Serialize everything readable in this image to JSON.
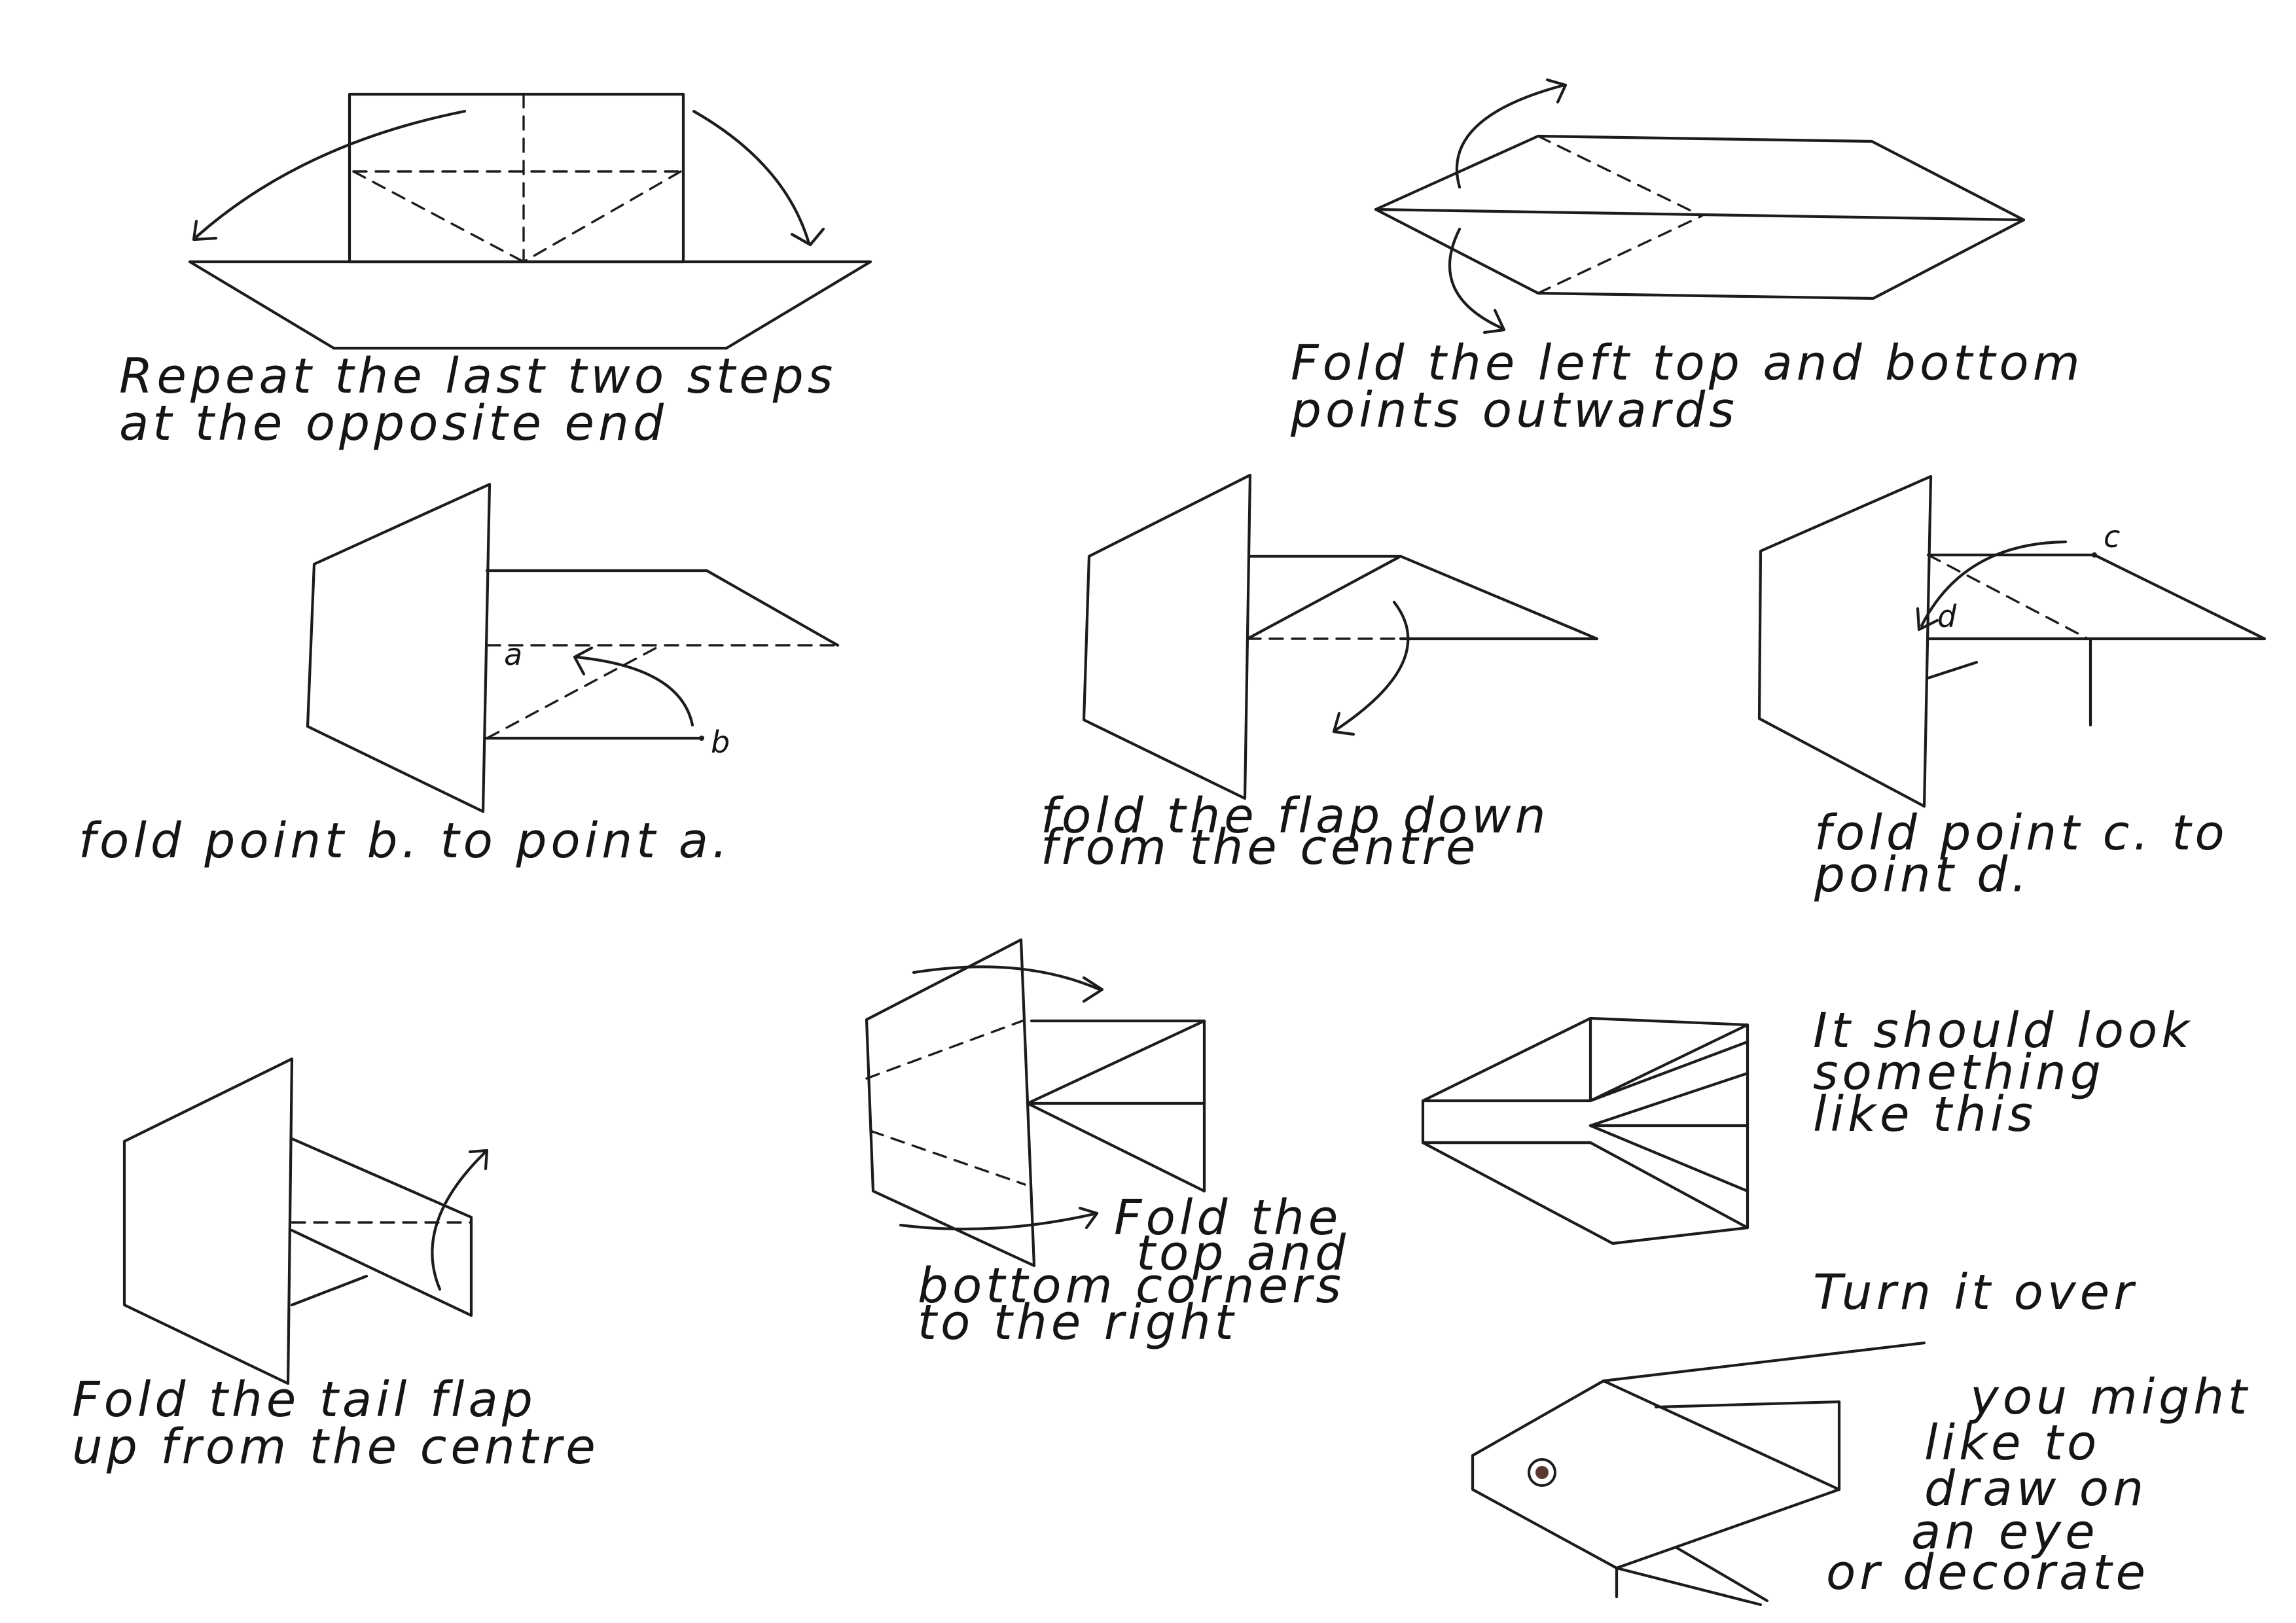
{
  "steps": [
    {
      "id": "repeat-ends",
      "lines": [
        "Repeat  the  last two  steps",
        "at  the  opposite  end"
      ]
    },
    {
      "id": "fold-left-points",
      "lines": [
        "Fold  the  left  top  and  bottom",
        "points   outwards"
      ]
    },
    {
      "id": "fold-b-to-a",
      "lines": [
        "fold  point  b.  to  point  a."
      ]
    },
    {
      "id": "fold-flap-down",
      "lines": [
        "fold  the  flap  down",
        "from  the  centre"
      ]
    },
    {
      "id": "fold-c-to-d",
      "lines": [
        "fold  point  c.  to",
        "point  d."
      ]
    },
    {
      "id": "fold-tail-flap",
      "lines": [
        "Fold  the  tail  flap",
        "up  from  the  centre"
      ]
    },
    {
      "id": "fold-corners-right",
      "lines": [
        "Fold  the",
        "top  and",
        "bottom  corners",
        "to  the  right"
      ]
    },
    {
      "id": "should-look",
      "lines": [
        "It  should  look",
        "something",
        "like  this"
      ]
    },
    {
      "id": "turn-over",
      "lines": [
        "Turn  it  over"
      ]
    },
    {
      "id": "decorate",
      "lines": [
        "you  might",
        "like  to",
        "draw  on",
        "an  eye",
        "or  decorate"
      ]
    }
  ],
  "point_labels": {
    "a": "a",
    "b": "b",
    "c": "c",
    "d": "d"
  },
  "colors": {
    "ink": "#1c1c1c",
    "paper": "#ffffff",
    "eye": "#5a3a2e"
  }
}
